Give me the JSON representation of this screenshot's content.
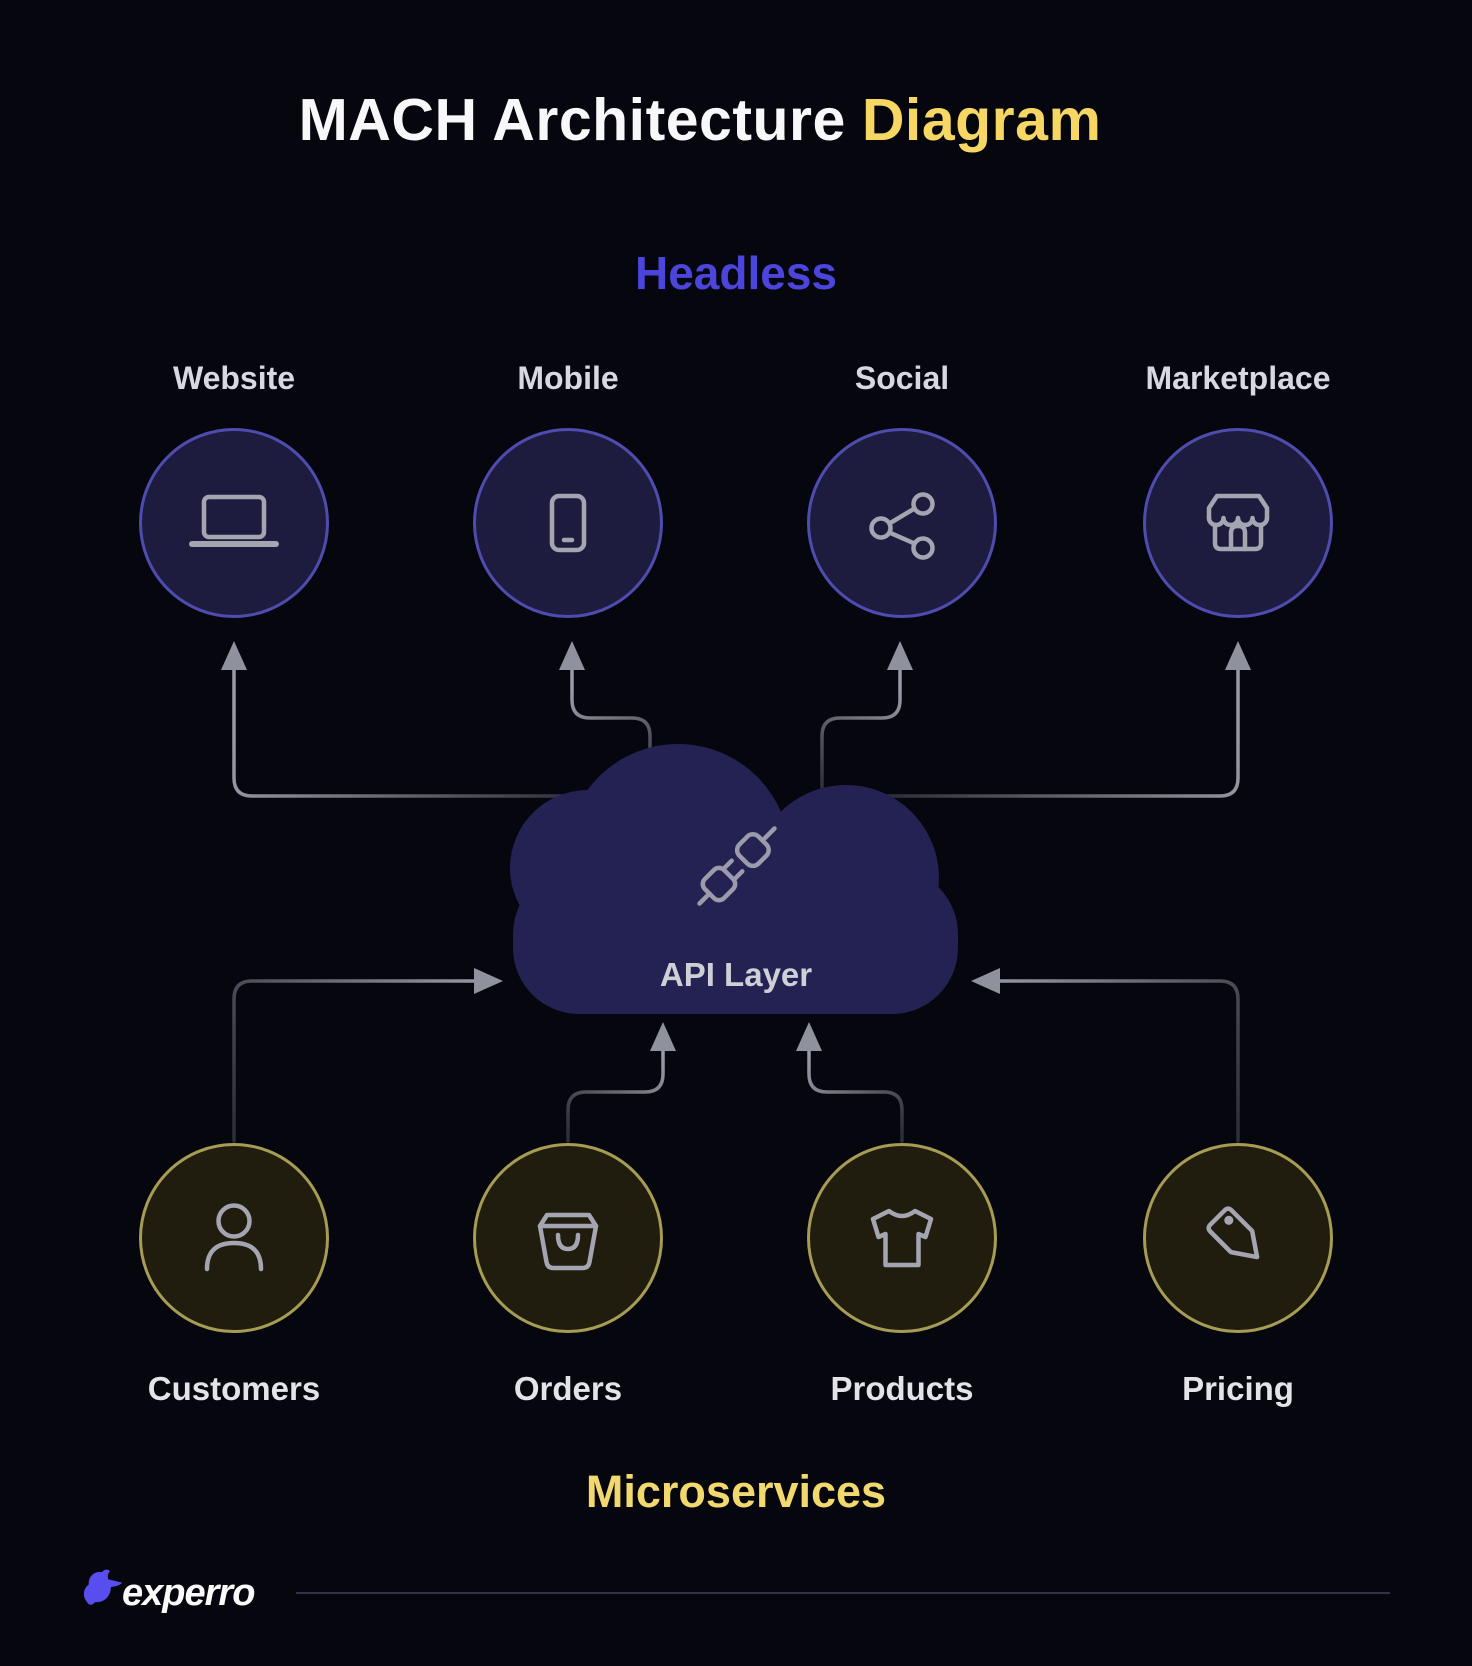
{
  "title": {
    "main": "MACH Architecture",
    "accent": "Diagram"
  },
  "sections": {
    "top": "Headless",
    "bottom": "Microservices"
  },
  "api_layer": {
    "label": "API Layer",
    "icon": "plug-icon",
    "shape": "cloud"
  },
  "channels": [
    {
      "label": "Website",
      "icon": "laptop-icon"
    },
    {
      "label": "Mobile",
      "icon": "phone-icon"
    },
    {
      "label": "Social",
      "icon": "share-icon"
    },
    {
      "label": "Marketplace",
      "icon": "store-icon"
    }
  ],
  "services": [
    {
      "label": "Customers",
      "icon": "user-icon"
    },
    {
      "label": "Orders",
      "icon": "bag-icon"
    },
    {
      "label": "Products",
      "icon": "shirt-icon"
    },
    {
      "label": "Pricing",
      "icon": "tag-icon"
    }
  ],
  "connections": [
    {
      "from": "API Layer",
      "to": "Website"
    },
    {
      "from": "API Layer",
      "to": "Mobile"
    },
    {
      "from": "API Layer",
      "to": "Social"
    },
    {
      "from": "API Layer",
      "to": "Marketplace"
    },
    {
      "from": "Customers",
      "to": "API Layer"
    },
    {
      "from": "Orders",
      "to": "API Layer"
    },
    {
      "from": "Products",
      "to": "API Layer"
    },
    {
      "from": "Pricing",
      "to": "API Layer"
    }
  ],
  "footer": {
    "brand": "experro",
    "logo_icon": "bird-icon"
  },
  "colors": {
    "background": "#06060f",
    "title_text": "#f8f8fa",
    "title_accent": "#f6d763",
    "headless_label": "#4c45dc",
    "microservices_label": "#f1d96e",
    "channel_circle_border": "#4f4caf",
    "channel_circle_fill": "#1e1c3e",
    "service_circle_border": "#a69c54",
    "service_circle_fill": "#201d0f",
    "cloud_fill": "#242153",
    "arrow_light": "#989ba7",
    "arrow_dark": "#2e2e3a",
    "icon_stroke": "#a5a5b2",
    "brand_accent": "#584ef0"
  }
}
